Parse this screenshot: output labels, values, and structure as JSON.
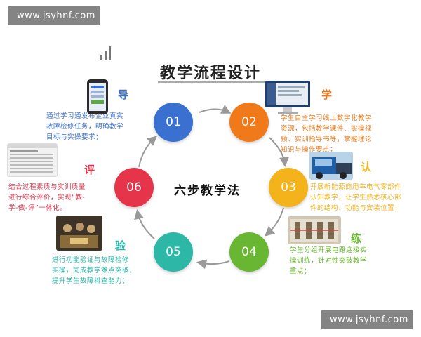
{
  "watermark_top": "www.jsyhnf.com",
  "watermark_bottom": "www.jsyhnf.com",
  "title": "教学流程设计",
  "center_label": "六步教学法",
  "colors": {
    "n01": "#3a70cf",
    "n02": "#f07a1a",
    "n03": "#f4b21b",
    "n04": "#68b631",
    "n05": "#2cb7a6",
    "n06": "#e6344b",
    "arrow": "#999999"
  },
  "steps": [
    {
      "num": "01",
      "label": "导",
      "lines": [
        "通过学习通发布企业真实",
        "故障检修任务，明确教学",
        "目标与实操要求；"
      ]
    },
    {
      "num": "02",
      "label": "学",
      "lines": [
        "学生自主学习线上数字化教学",
        "资源，包括教学课件、实操视",
        "频、实训指导书等，掌握理论",
        "知识与操作要点；"
      ]
    },
    {
      "num": "03",
      "label": "认",
      "lines": [
        "开展新能源商用车电气零部件",
        "认知教学，让学生熟悉核心部",
        "件的结构、功能与安装位置；"
      ]
    },
    {
      "num": "04",
      "label": "练",
      "lines": [
        "学生分组开展电路连接实",
        "操训练，针对性突破教学",
        "重点；"
      ]
    },
    {
      "num": "05",
      "label": "验",
      "lines": [
        "进行功能验证与故障检修",
        "实操，完成教学难点突破，",
        "提升学生故障排查能力；"
      ]
    },
    {
      "num": "06",
      "label": "评",
      "lines": [
        "结合过程素质与实训质量",
        "进行综合评价，实现“教-",
        "学-做-评”一体化。"
      ]
    }
  ]
}
